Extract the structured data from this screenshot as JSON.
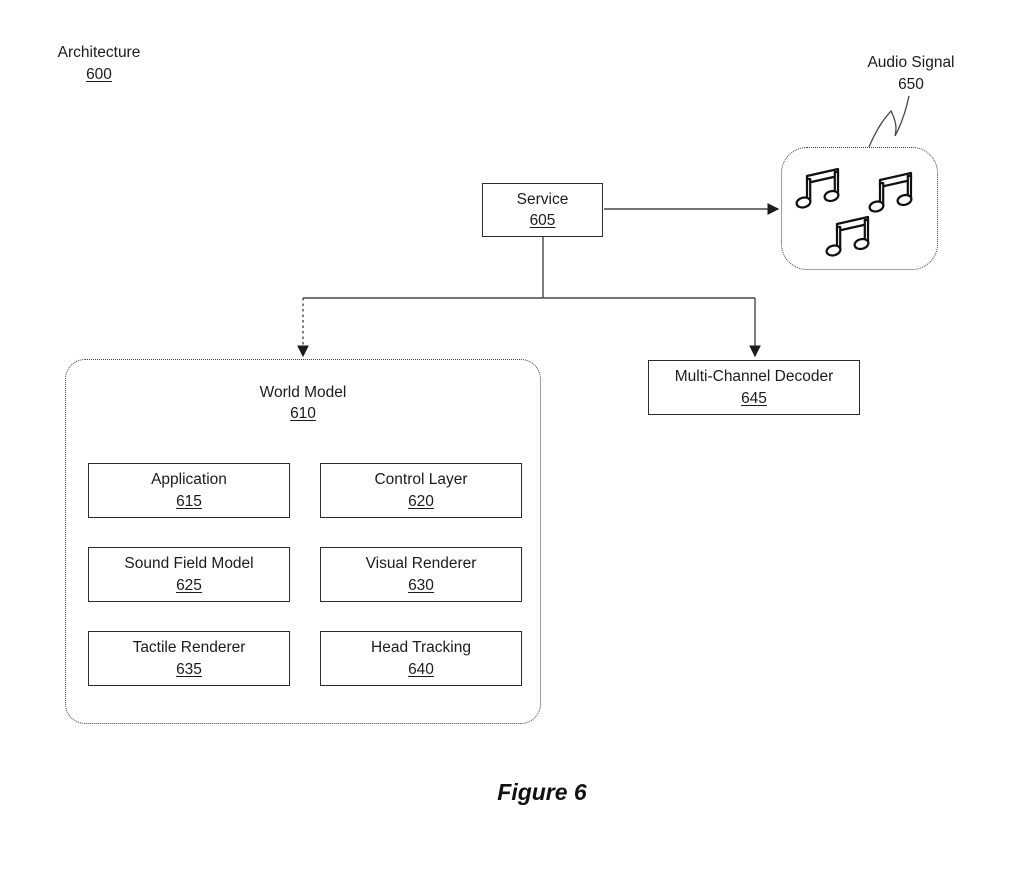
{
  "colors": {
    "background": "#ffffff",
    "ink": "#1c1c1c",
    "connector_line": "#474747"
  },
  "header_labels": {
    "architecture": {
      "title": "Architecture",
      "ref": "600"
    },
    "audio_signal": {
      "title": "Audio Signal",
      "ref": "650"
    }
  },
  "nodes": {
    "service": {
      "label": "Service",
      "ref": "605"
    },
    "world_model": {
      "label": "World Model",
      "ref": "610"
    },
    "application": {
      "label": "Application",
      "ref": "615"
    },
    "control_layer": {
      "label": "Control Layer",
      "ref": "620"
    },
    "sound_field_model": {
      "label": "Sound Field Model",
      "ref": "625"
    },
    "visual_renderer": {
      "label": "Visual Renderer",
      "ref": "630"
    },
    "tactile_renderer": {
      "label": "Tactile Renderer",
      "ref": "635"
    },
    "head_tracking": {
      "label": "Head Tracking",
      "ref": "640"
    },
    "multi_channel_decoder": {
      "label": "Multi-Channel Decoder",
      "ref": "645"
    }
  },
  "audio_signal_box": {
    "icon": "beamed-eighth-notes-icon",
    "icon_count": 3
  },
  "edges": [
    {
      "from": "service",
      "to": "audio_signal_box",
      "style": "solid-arrow"
    },
    {
      "from": "service",
      "to": "world_model",
      "style": "dotted-arrow"
    },
    {
      "from": "service",
      "to": "multi_channel_decoder",
      "style": "solid-arrow"
    },
    {
      "from": "audio_signal_label",
      "to": "audio_signal_box",
      "style": "curved-leader-line"
    }
  ],
  "caption": {
    "text": "Figure 6"
  }
}
